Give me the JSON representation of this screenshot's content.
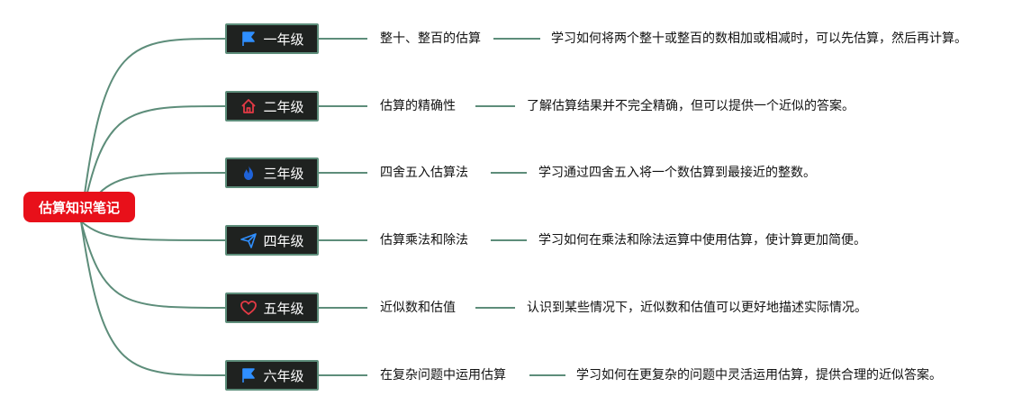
{
  "root": {
    "label": "估算知识笔记"
  },
  "colors": {
    "root_background": "#e8101a",
    "connector": "#5d8d7a",
    "node_background": "#1f2220",
    "node_border": "#5d8d7a"
  },
  "grades": [
    {
      "label": "一年级",
      "icon": "flag-icon",
      "icon_color": "#2f8fff",
      "topic": "整十、整百的估算",
      "detail": "学习如何将两个整十或整百的数相加或相减时，可以先估算，然后再计算。"
    },
    {
      "label": "二年级",
      "icon": "house-icon",
      "icon_color": "#e33a45",
      "topic": "估算的精确性",
      "detail": "了解估算结果并不完全精确，但可以提供一个近似的答案。"
    },
    {
      "label": "三年级",
      "icon": "flame-icon",
      "icon_color": "#1f63d8",
      "topic": "四舍五入估算法",
      "detail": "学习通过四舍五入将一个数估算到最接近的整数。"
    },
    {
      "label": "四年级",
      "icon": "paper-plane-icon",
      "icon_color": "#2f8fff",
      "topic": "估算乘法和除法",
      "detail": "学习如何在乘法和除法运算中使用估算，使计算更加简便。"
    },
    {
      "label": "五年级",
      "icon": "heart-icon",
      "icon_color": "#e33a45",
      "topic": "近似数和估值",
      "detail": "认识到某些情况下，近似数和估值可以更好地描述实际情况。"
    },
    {
      "label": "六年级",
      "icon": "flag-icon",
      "icon_color": "#2f8fff",
      "topic": "在复杂问题中运用估算",
      "detail": "学习如何在更复杂的问题中灵活运用估算，提供合理的近似答案。"
    }
  ]
}
